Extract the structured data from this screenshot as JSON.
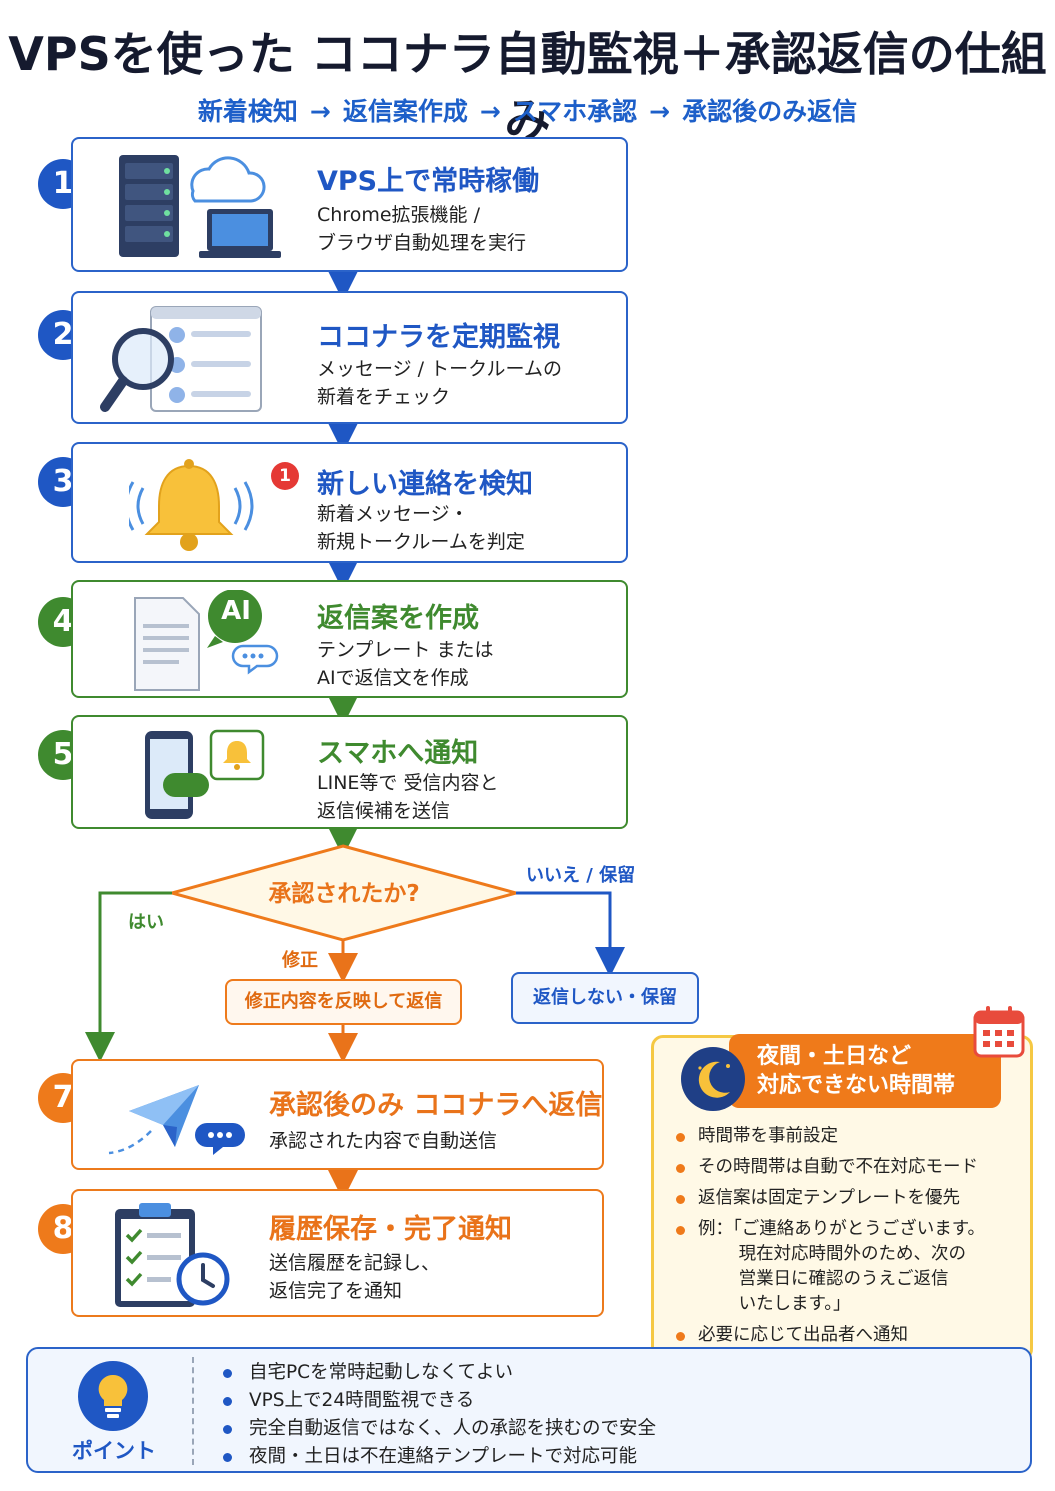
{
  "title": "VPSを使った ココナラ自動監視＋承認返信の仕組み",
  "subtitle": {
    "items": [
      "新着検知",
      "返信案作成",
      "スマホ承認",
      "承認後のみ返信"
    ],
    "arrow": "→"
  },
  "steps": [
    {
      "num": "1",
      "title": "VPS上で常時稼働",
      "desc": [
        "Chrome拡張機能 /",
        "ブラウザ自動処理を実行"
      ],
      "icon": "server-cloud-laptop-icon"
    },
    {
      "num": "2",
      "title": "ココナラを定期監視",
      "desc": [
        "メッセージ / トークルームの",
        "新着をチェック"
      ],
      "icon": "magnifier-list-icon"
    },
    {
      "num": "3",
      "title": "新しい連絡を検知",
      "desc": [
        "新着メッセージ・",
        "新規トークルームを判定"
      ],
      "icon": "bell-notification-icon",
      "badge": "1"
    },
    {
      "num": "4",
      "title": "返信案を作成",
      "desc": [
        "テンプレート または",
        "AIで返信文を作成"
      ],
      "icon": "document-ai-icon",
      "ai_label": "AI"
    },
    {
      "num": "5",
      "title": "スマホへ通知",
      "desc": [
        "LINE等で 受信内容と",
        "返信候補を送信"
      ],
      "icon": "smartphone-bell-icon"
    },
    {
      "num": "7",
      "title": "承認後のみ ココナラへ返信",
      "desc": [
        "承認された内容で自動送信"
      ],
      "icon": "paper-plane-icon"
    },
    {
      "num": "8",
      "title": "履歴保存・完了通知",
      "desc": [
        "送信履歴を記録し、",
        "返信完了を通知"
      ],
      "icon": "clipboard-clock-icon"
    }
  ],
  "decision": {
    "question": "承認されたか?",
    "yes_label": "はい",
    "no_label": "いいえ / 保留",
    "modify_label": "修正",
    "modify_box": "修正内容を反映して返信",
    "no_box": "返信しない・保留"
  },
  "night": {
    "title_lines": [
      "夜間・土日など",
      "対応できない時間帯"
    ],
    "items": [
      "時間帯を事前設定",
      "その時間帯は自動で不在対応モード",
      "返信案は固定テンプレートを優先",
      "例：「ご連絡ありがとうございます。\n　　 現在対応時間外のため、次の\n　　 営業日に確認のうえご返信\n　　 いたします。」",
      "必要に応じて出品者へ通知"
    ]
  },
  "point": {
    "label": "ポイント",
    "items": [
      "自宅PCを常時起動しなくてよい",
      "VPS上で24時間監視できる",
      "完全自動返信ではなく、人の承認を挟むので安全",
      "夜間・土日は不在連絡テンプレートで対応可能"
    ]
  },
  "colors": {
    "blue": "#1f57c4",
    "green": "#3f8a2f",
    "orange": "#ee7a1b",
    "yellow": "#f5c843"
  }
}
